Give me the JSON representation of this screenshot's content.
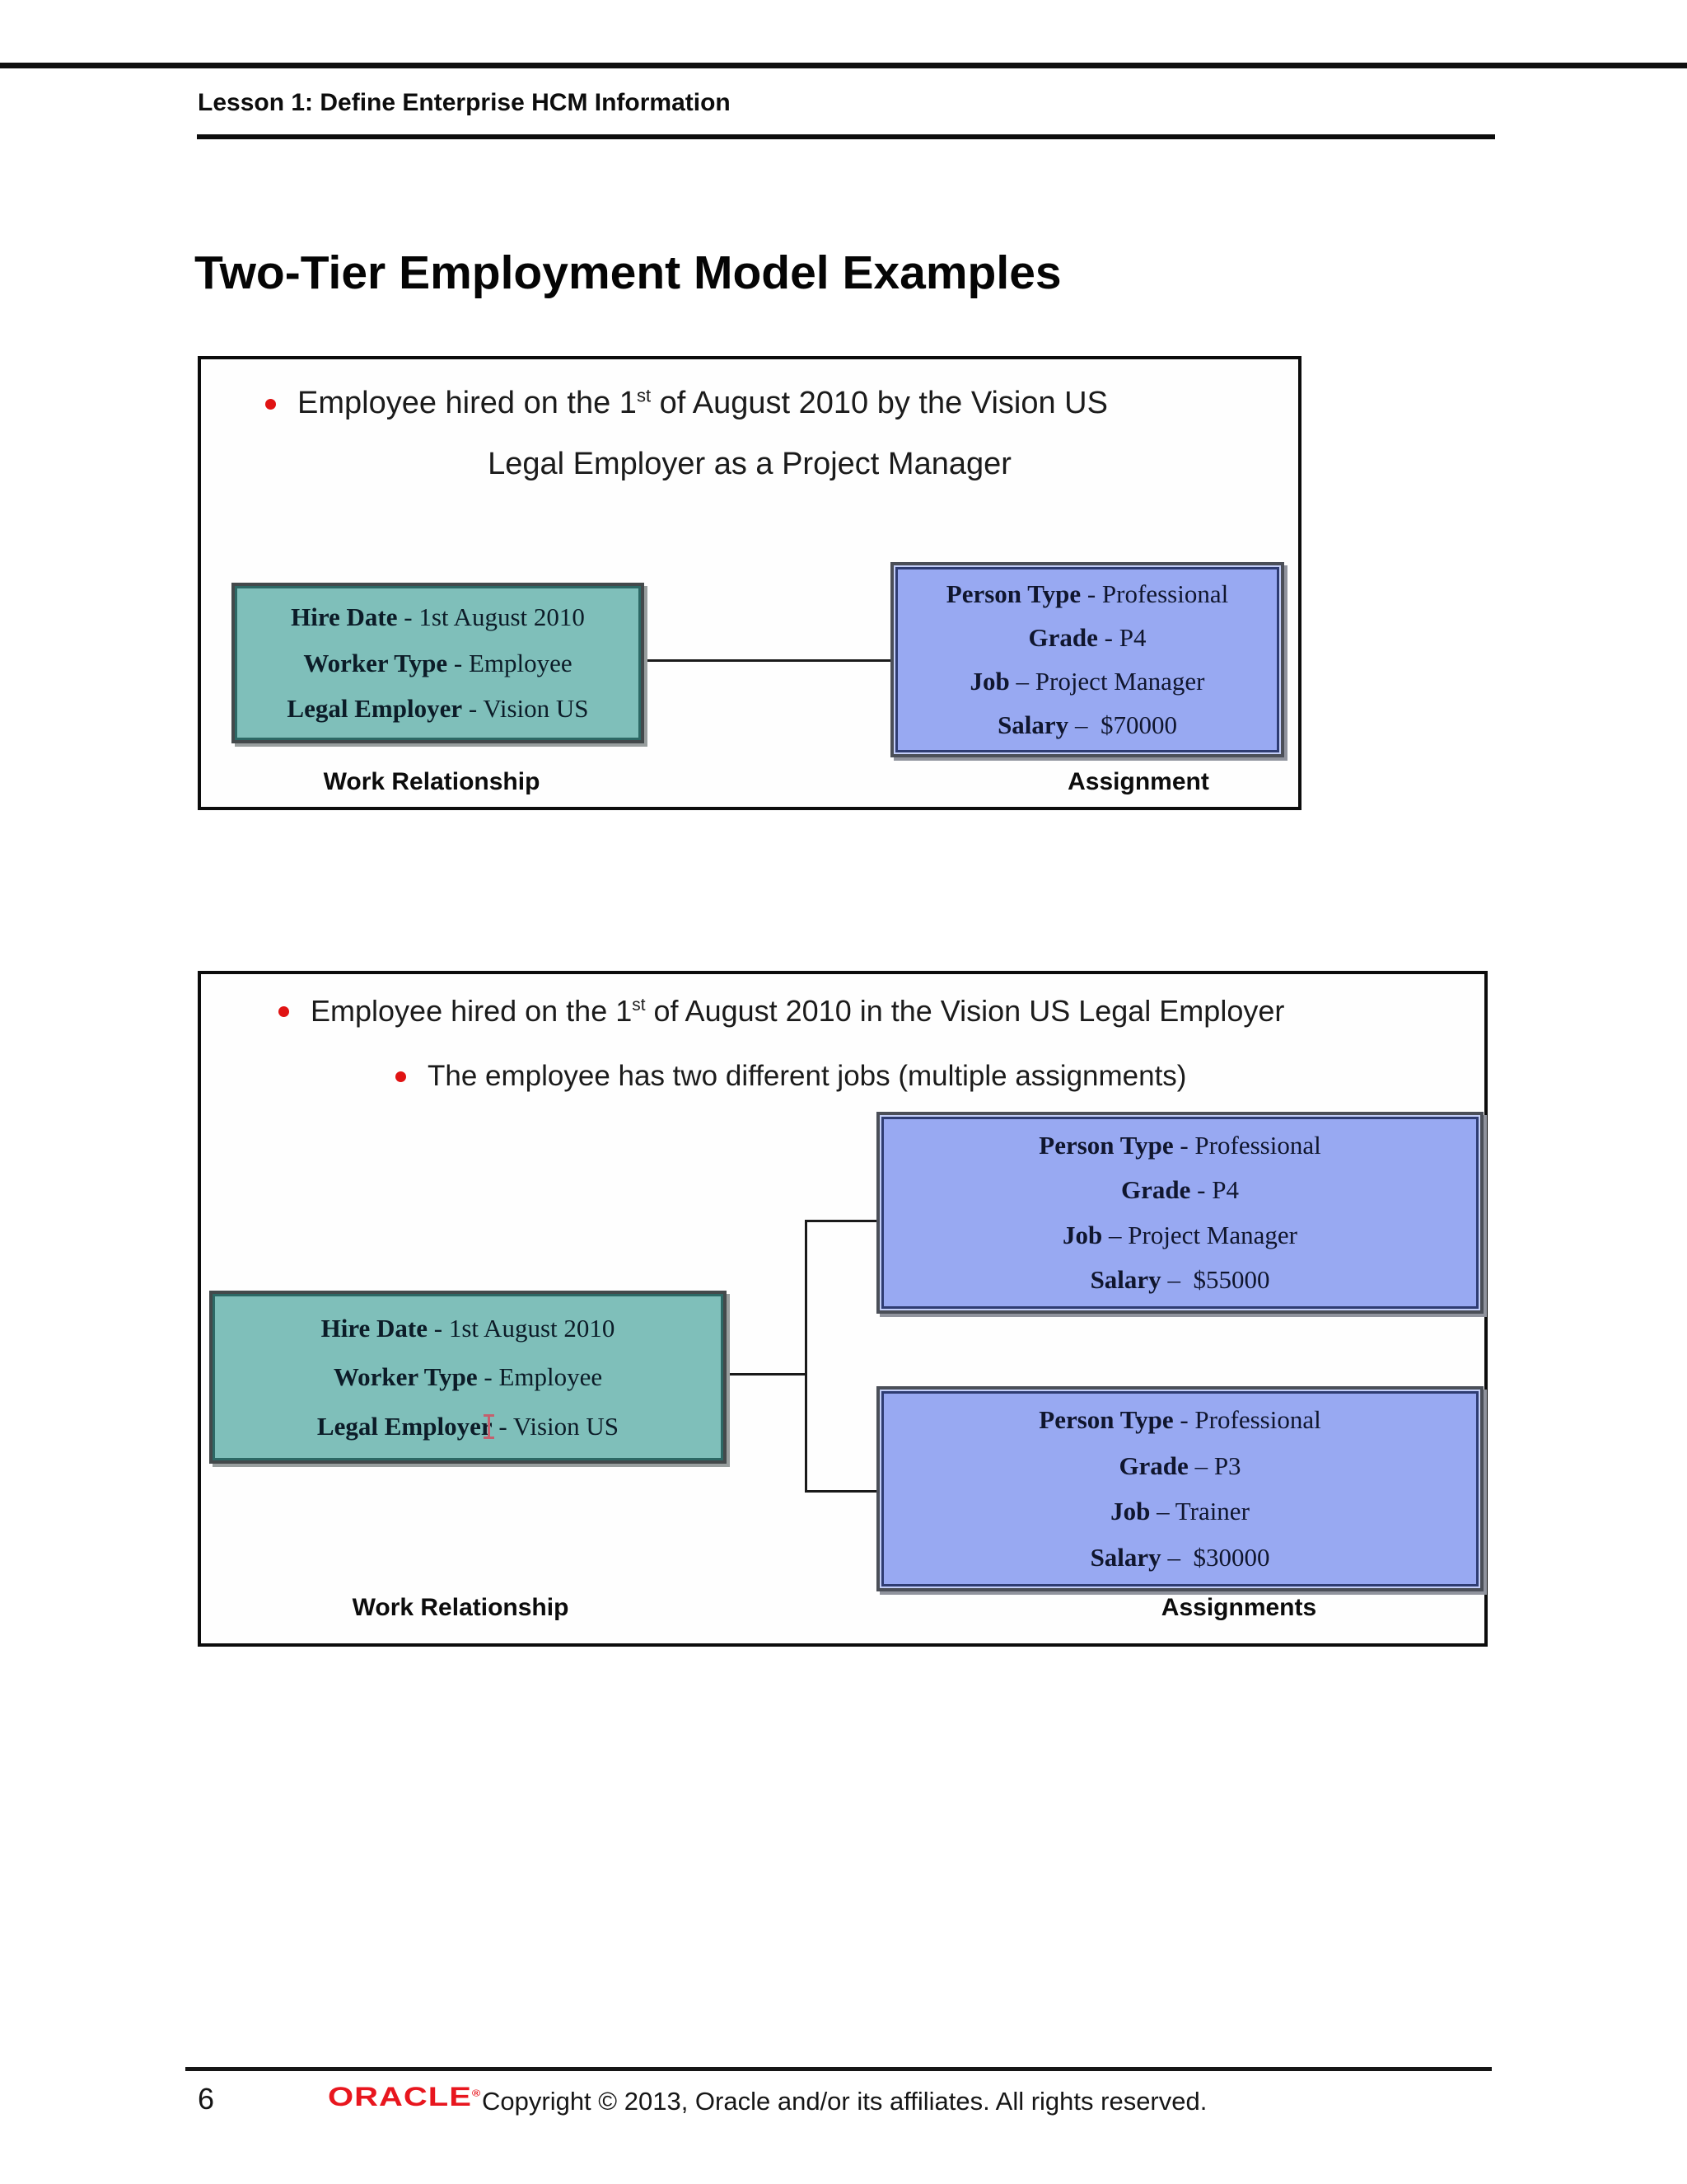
{
  "page": {
    "header_title": "Lesson 1: Define Enterprise HCM Information",
    "page_title": "Two-Tier Employment Model Examples"
  },
  "colors": {
    "teal_fill": "#7fbfba",
    "blue_fill": "#98a9f2",
    "bullet_red": "#e01313",
    "brand_red": "#e8161e"
  },
  "diagram1": {
    "bullet1": {
      "pre": "Employee hired on the 1",
      "sup": "st",
      "post": " of August 2010 by the Vision US"
    },
    "bullet1_line2": "Legal Employer as a Project Manager",
    "work_relationship": {
      "lines": [
        {
          "label": "Hire Date",
          "value": " - 1st August 2010"
        },
        {
          "label": "Worker Type",
          "value": " - Employee"
        },
        {
          "label": "Legal Employer",
          "value": " - Vision US"
        }
      ],
      "caption": "Work Relationship"
    },
    "assignment": {
      "lines": [
        {
          "label": "Person Type",
          "value": " - Professional"
        },
        {
          "label": "Grade",
          "value": " - P4"
        },
        {
          "label": "Job",
          "value": " – Project Manager"
        },
        {
          "label": "Salary",
          "value": " –  $70000"
        }
      ],
      "caption": "Assignment"
    }
  },
  "diagram2": {
    "bullet1": {
      "pre": "Employee hired on the 1",
      "sup": "st",
      "post": " of August 2010 in the Vision US Legal Employer"
    },
    "bullet2": "The employee has two different jobs (multiple assignments)",
    "work_relationship": {
      "lines": [
        {
          "label": "Hire Date",
          "value": " - 1st August 2010"
        },
        {
          "label": "Worker Type",
          "value": " - Employee"
        },
        {
          "label": "Legal Employer",
          "value": " - Vision US"
        }
      ],
      "caption": "Work Relationship"
    },
    "assignment_top": {
      "lines": [
        {
          "label": "Person Type",
          "value": " - Professional"
        },
        {
          "label": "Grade",
          "value": " - P4"
        },
        {
          "label": "Job",
          "value": " – Project Manager"
        },
        {
          "label": "Salary",
          "value": " –  $55000"
        }
      ]
    },
    "assignment_bottom": {
      "lines": [
        {
          "label": "Person Type",
          "value": " - Professional"
        },
        {
          "label": "Grade",
          "value": " – P3"
        },
        {
          "label": "Job",
          "value": " – Trainer"
        },
        {
          "label": "Salary",
          "value": " –  $30000"
        }
      ]
    },
    "assignments_caption": "Assignments"
  },
  "footer": {
    "page_number": "6",
    "brand": "ORACLE",
    "brand_mark": "®",
    "copyright": "Copyright © 2013, Oracle and/or its affiliates. All rights reserved."
  }
}
